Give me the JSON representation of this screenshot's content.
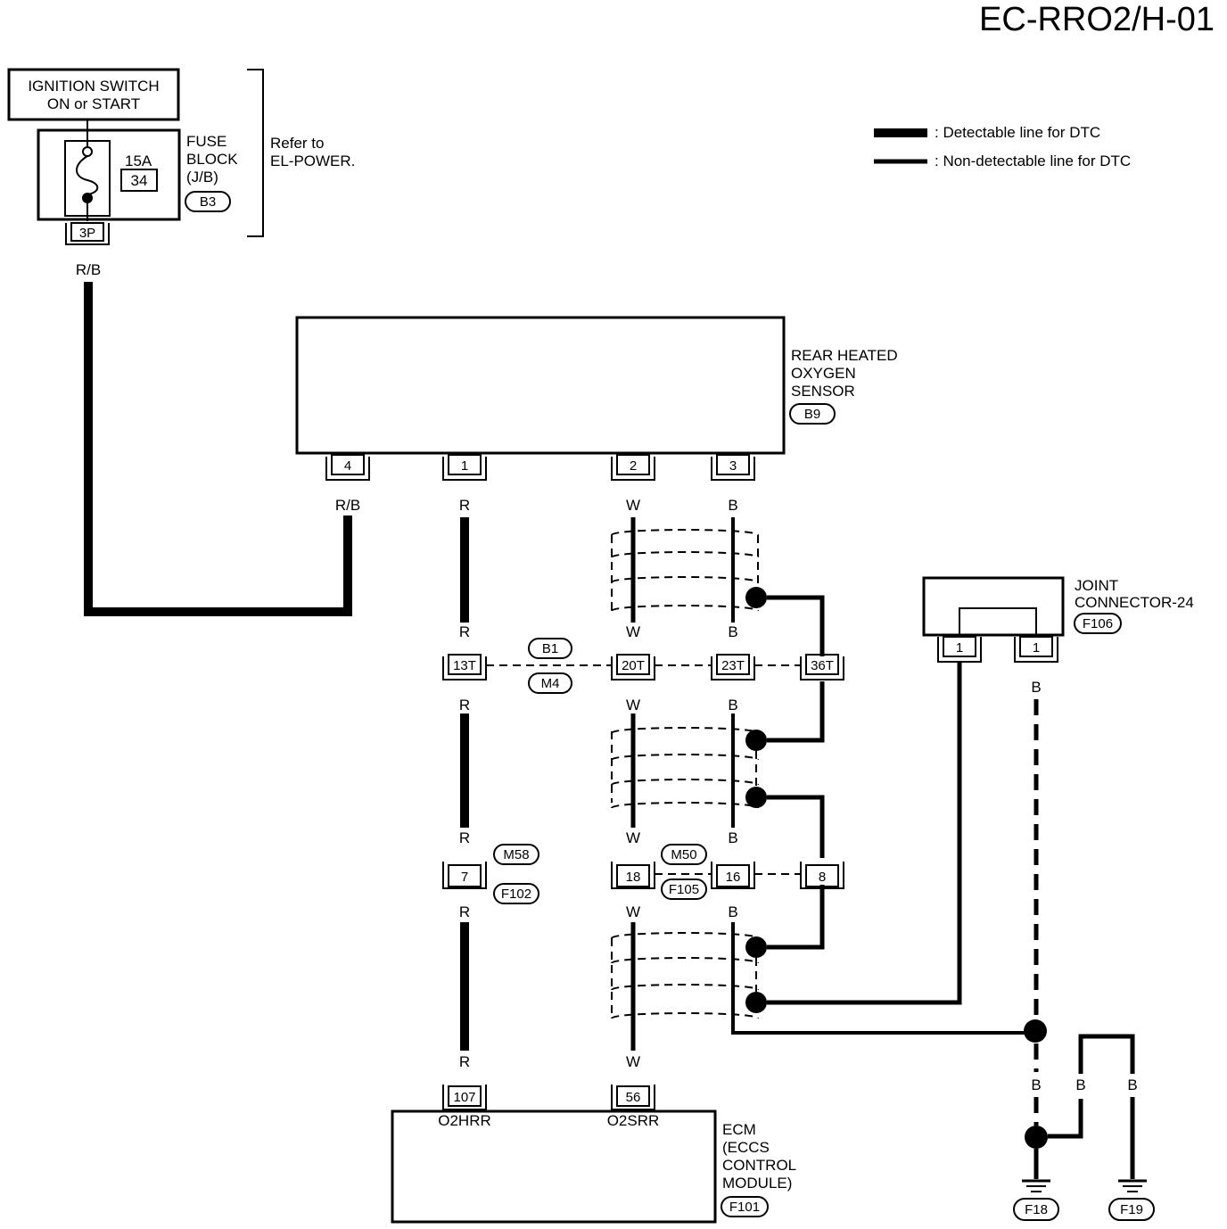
{
  "page_title": "EC-RRO2/H-01",
  "legend": {
    "detectable": ": Detectable line for DTC",
    "non_detectable": ": Non-detectable line for DTC"
  },
  "ignition": {
    "line1": "IGNITION SWITCH",
    "line2": "ON or START"
  },
  "fuse_block": {
    "label1": "FUSE",
    "label2": "BLOCK",
    "label3": "(J/B)",
    "amp": "15A",
    "fuse_no": "34",
    "conn": "B3",
    "pin": "3P",
    "refer1": "Refer to",
    "refer2": "EL-POWER."
  },
  "sensor": {
    "line1": "REAR HEATED",
    "line2": "OXYGEN",
    "line3": "SENSOR",
    "conn": "B9",
    "pins": [
      "4",
      "1",
      "2",
      "3"
    ]
  },
  "wires": {
    "rb": "R/B",
    "r": "R",
    "w": "W",
    "b": "B"
  },
  "joint1": {
    "pins": [
      "13T",
      "20T",
      "23T",
      "36T"
    ],
    "conn_top": "B1",
    "conn_bottom": "M4"
  },
  "joint2": {
    "pins": [
      "7",
      "18",
      "16",
      "8"
    ],
    "conn_a_top": "M58",
    "conn_a_bottom": "F102",
    "conn_b_top": "M50",
    "conn_b_bottom": "F105"
  },
  "joint_connector": {
    "line1": "JOINT",
    "line2": "CONNECTOR-24",
    "conn": "F106",
    "pins": [
      "1",
      "1"
    ]
  },
  "ecm": {
    "pins": [
      "107",
      "56"
    ],
    "term1": "O2HRR",
    "term2": "O2SRR",
    "line1": "ECM",
    "line2": "(ECCS",
    "line3": "CONTROL",
    "line4": "MODULE)",
    "conn": "F101"
  },
  "grounds": [
    "F18",
    "F19"
  ]
}
